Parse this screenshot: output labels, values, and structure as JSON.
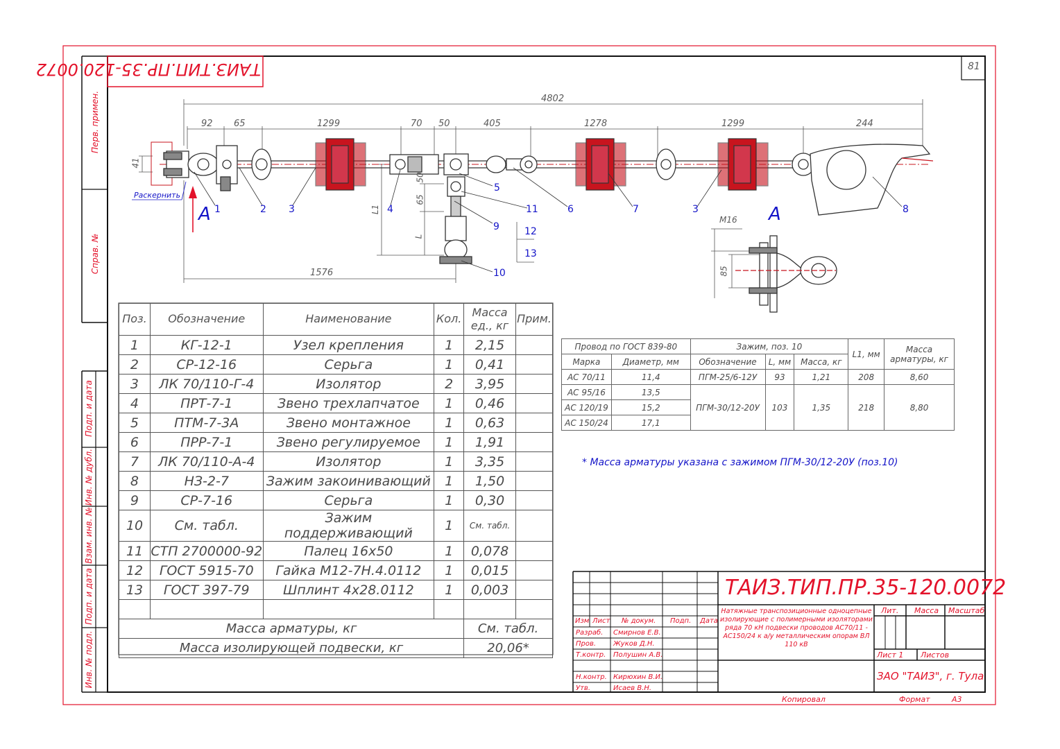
{
  "sheet": {
    "sheet_number": "81",
    "doc_code_rotated": "ТАИЗ.ТИП.ПР.35-120.0072",
    "left_margin_labels": [
      "Перв. примен.",
      "Справ. №",
      "Подп. и дата",
      "Инв. № дубл.",
      "Взам. инв. №",
      "Подп. и дата",
      "Инв. № подл."
    ]
  },
  "drawing": {
    "total_length": "4802",
    "dims_top": [
      "92",
      "65",
      "1299",
      "70",
      "50",
      "405",
      "1278",
      "1299",
      "244"
    ],
    "dim_41": "41",
    "dim_50": "50",
    "dim_65": "65",
    "dim_L1": "L1",
    "dim_L": "L",
    "dim_1576": "1576",
    "raskernit": "Раскернить",
    "view_mark": "А",
    "view_label": "А",
    "view_m16": "M16",
    "view_85": "85",
    "callouts": [
      "1",
      "2",
      "3",
      "4",
      "5",
      "11",
      "6",
      "7",
      "3",
      "8",
      "9",
      "12",
      "13",
      "10"
    ]
  },
  "spec_table": {
    "headers": [
      "Поз.",
      "Обозначение",
      "Наименование",
      "Кол.",
      "Масса ед., кг",
      "Прим."
    ],
    "rows": [
      [
        "1",
        "КГ-12-1",
        "Узел крепления",
        "1",
        "2,15",
        ""
      ],
      [
        "2",
        "СР-12-16",
        "Серьга",
        "1",
        "0,41",
        ""
      ],
      [
        "3",
        "ЛК 70/110-Г-4",
        "Изолятор",
        "2",
        "3,95",
        ""
      ],
      [
        "4",
        "ПРТ-7-1",
        "Звено трехлапчатое",
        "1",
        "0,46",
        ""
      ],
      [
        "5",
        "ПТМ-7-3А",
        "Звено монтажное",
        "1",
        "0,63",
        ""
      ],
      [
        "6",
        "ПРР-7-1",
        "Звено регулируемое",
        "1",
        "1,91",
        ""
      ],
      [
        "7",
        "ЛК 70/110-А-4",
        "Изолятор",
        "1",
        "3,35",
        ""
      ],
      [
        "8",
        "НЗ-2-7",
        "Зажим закоинивающий",
        "1",
        "1,50",
        ""
      ],
      [
        "9",
        "СР-7-16",
        "Серьга",
        "1",
        "0,30",
        ""
      ],
      [
        "10",
        "См. табл.",
        "Зажим поддерживающий",
        "1",
        "См. табл.",
        ""
      ],
      [
        "11",
        "СТП 2700000-92",
        "Палец 16х50",
        "1",
        "0,078",
        ""
      ],
      [
        "12",
        "ГОСТ 5915-70",
        "Гайка М12-7Н.4.0112",
        "1",
        "0,015",
        ""
      ],
      [
        "13",
        "ГОСТ 397-79",
        "Шплинт 4х28.0112",
        "1",
        "0,003",
        ""
      ],
      [
        "",
        "",
        "",
        "",
        "",
        ""
      ]
    ],
    "mass_fittings_label": "Масса арматуры, кг",
    "mass_fittings_value": "См. табл.",
    "mass_total_label": "Масса изолирующей подвески, кг",
    "mass_total_value": "20,06*"
  },
  "wire_table": {
    "h_wire": "Провод по ГОСТ 839-80",
    "h_clamp": "Зажим, поз. 10",
    "h_l1": "L1, мм",
    "h_mass": "Масса арматуры, кг",
    "h_grade": "Марка",
    "h_diam": "Диаметр, мм",
    "h_desig": "Обозначение",
    "h_l": "L, мм",
    "h_cmass": "Масса, кг",
    "rows": [
      [
        "АС 70/11",
        "11,4"
      ],
      [
        "АС 95/16",
        "13,5"
      ],
      [
        "АС 120/19",
        "15,2"
      ],
      [
        "АС 150/24",
        "17,1"
      ]
    ],
    "clamp1": [
      "ПГМ-25/6-12У",
      "93",
      "1,21",
      "208",
      "8,60"
    ],
    "clamp2": [
      "ПГМ-30/12-20У",
      "103",
      "1,35",
      "218",
      "8,80"
    ]
  },
  "note": "* Масса арматуры указана с зажимом ПГМ-30/12-20У (поз.10)",
  "title_block": {
    "code": "ТАИЗ.ТИП.ПР.35-120.0072",
    "col_headers": [
      "Изм",
      "Лист",
      "№ докум.",
      "Подп.",
      "Дата"
    ],
    "roles": [
      "Разраб.",
      "Пров.",
      "Т.контр.",
      "",
      "Н.контр.",
      "Утв."
    ],
    "names": [
      "Смирнов Е.В.",
      "Жуков Д.Н.",
      "Полушин А.В.",
      "",
      "Кирюхин В.И.",
      "Исаев В.Н."
    ],
    "description": [
      "Натяжные транспозиционные одноцепные",
      "изолирующие с полимерными изоляторами",
      "ряда 70 кН подвески проводов АС70/11 -",
      "АС150/24 к а/у металлическим опорам ВЛ",
      "110 кВ"
    ],
    "lit": "Лит.",
    "mass": "Масса",
    "scale": "Масштаб",
    "sheet": "Лист 1",
    "sheets": "Листов",
    "company": "ЗАО \"ТАИЗ\", г. Тула",
    "copied": "Копировал",
    "format": "Формат",
    "format_value": "А3"
  },
  "colors": {
    "frame": "#e3122a",
    "callout": "#1414c8",
    "line": "#3a3a3a",
    "insulator": "#c8141e"
  }
}
